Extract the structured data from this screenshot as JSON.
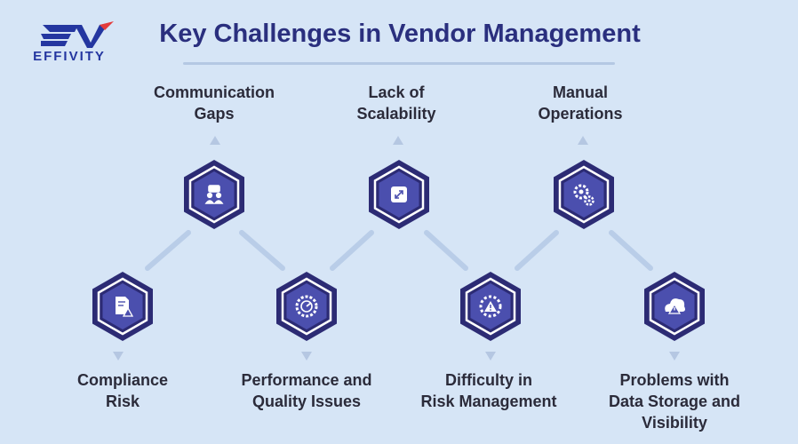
{
  "brand": {
    "logo_mark": "EV",
    "logo_text": "EFFIVITY"
  },
  "title": "Key Challenges in Vendor Management",
  "colors": {
    "background": "#d6e5f6",
    "hexagon_outer": "#2c2b74",
    "hexagon_ring": "#ffffff",
    "connector": "#b9cde8",
    "arrow": "#b5c7e2",
    "title": "#2a2f7e"
  },
  "challenges": [
    {
      "label_line1": "Communication",
      "label_line2": "Gaps",
      "icon": "team-chat-icon"
    },
    {
      "label_line1": "Lack of",
      "label_line2": "Scalability",
      "icon": "resize-icon"
    },
    {
      "label_line1": "Manual",
      "label_line2": "Operations",
      "icon": "gears-icon"
    },
    {
      "label_line1": "Compliance",
      "label_line2": "Risk",
      "icon": "document-warning-icon"
    },
    {
      "label_line1": "Performance and",
      "label_line2": "Quality Issues",
      "icon": "gauge-icon"
    },
    {
      "label_line1": "Difficulty in",
      "label_line2": "Risk Management",
      "icon": "gear-warning-icon"
    },
    {
      "label_line1": "Problems with",
      "label_line2": "Data Storage and",
      "label_line3": "Visibility",
      "icon": "cloud-warning-icon"
    }
  ]
}
